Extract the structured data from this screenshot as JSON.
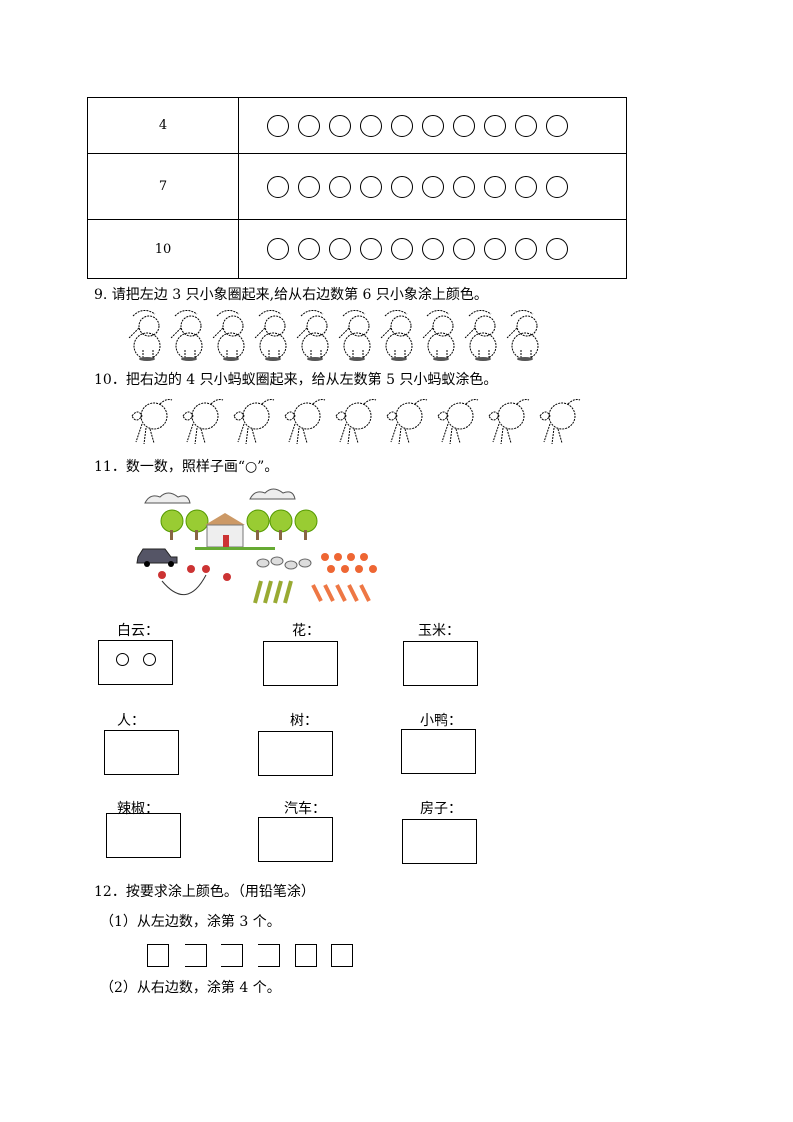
{
  "table": {
    "rows": [
      {
        "number": "4",
        "circle_count": 10
      },
      {
        "number": "7",
        "circle_count": 10
      },
      {
        "number": "10",
        "circle_count": 10
      }
    ]
  },
  "q9": {
    "text": "9.   请把左边 3 只小象圈起来,给从右边数第 6 只小象涂上颜色。",
    "elephant_count": 10
  },
  "q10": {
    "text": "10．把右边的 4 只小蚂蚁圈起来，给从左数第 5 只小蚂蚁涂色。",
    "ant_count": 9
  },
  "q11": {
    "text": "11．数一数，照样子画“○”。",
    "labels": [
      "白云：",
      "花：",
      "玉米：",
      "人：",
      "树：",
      "小鸭：",
      "辣椒：",
      "汽车：",
      "房子："
    ],
    "sample_circles": 2
  },
  "q12": {
    "text": "12．按要求涂上颜色。（用铅笔涂）",
    "part1": "（1）从左边数，涂第 3 个。",
    "square_count": 6,
    "part2": "（2）从右边数，涂第 4 个。"
  }
}
